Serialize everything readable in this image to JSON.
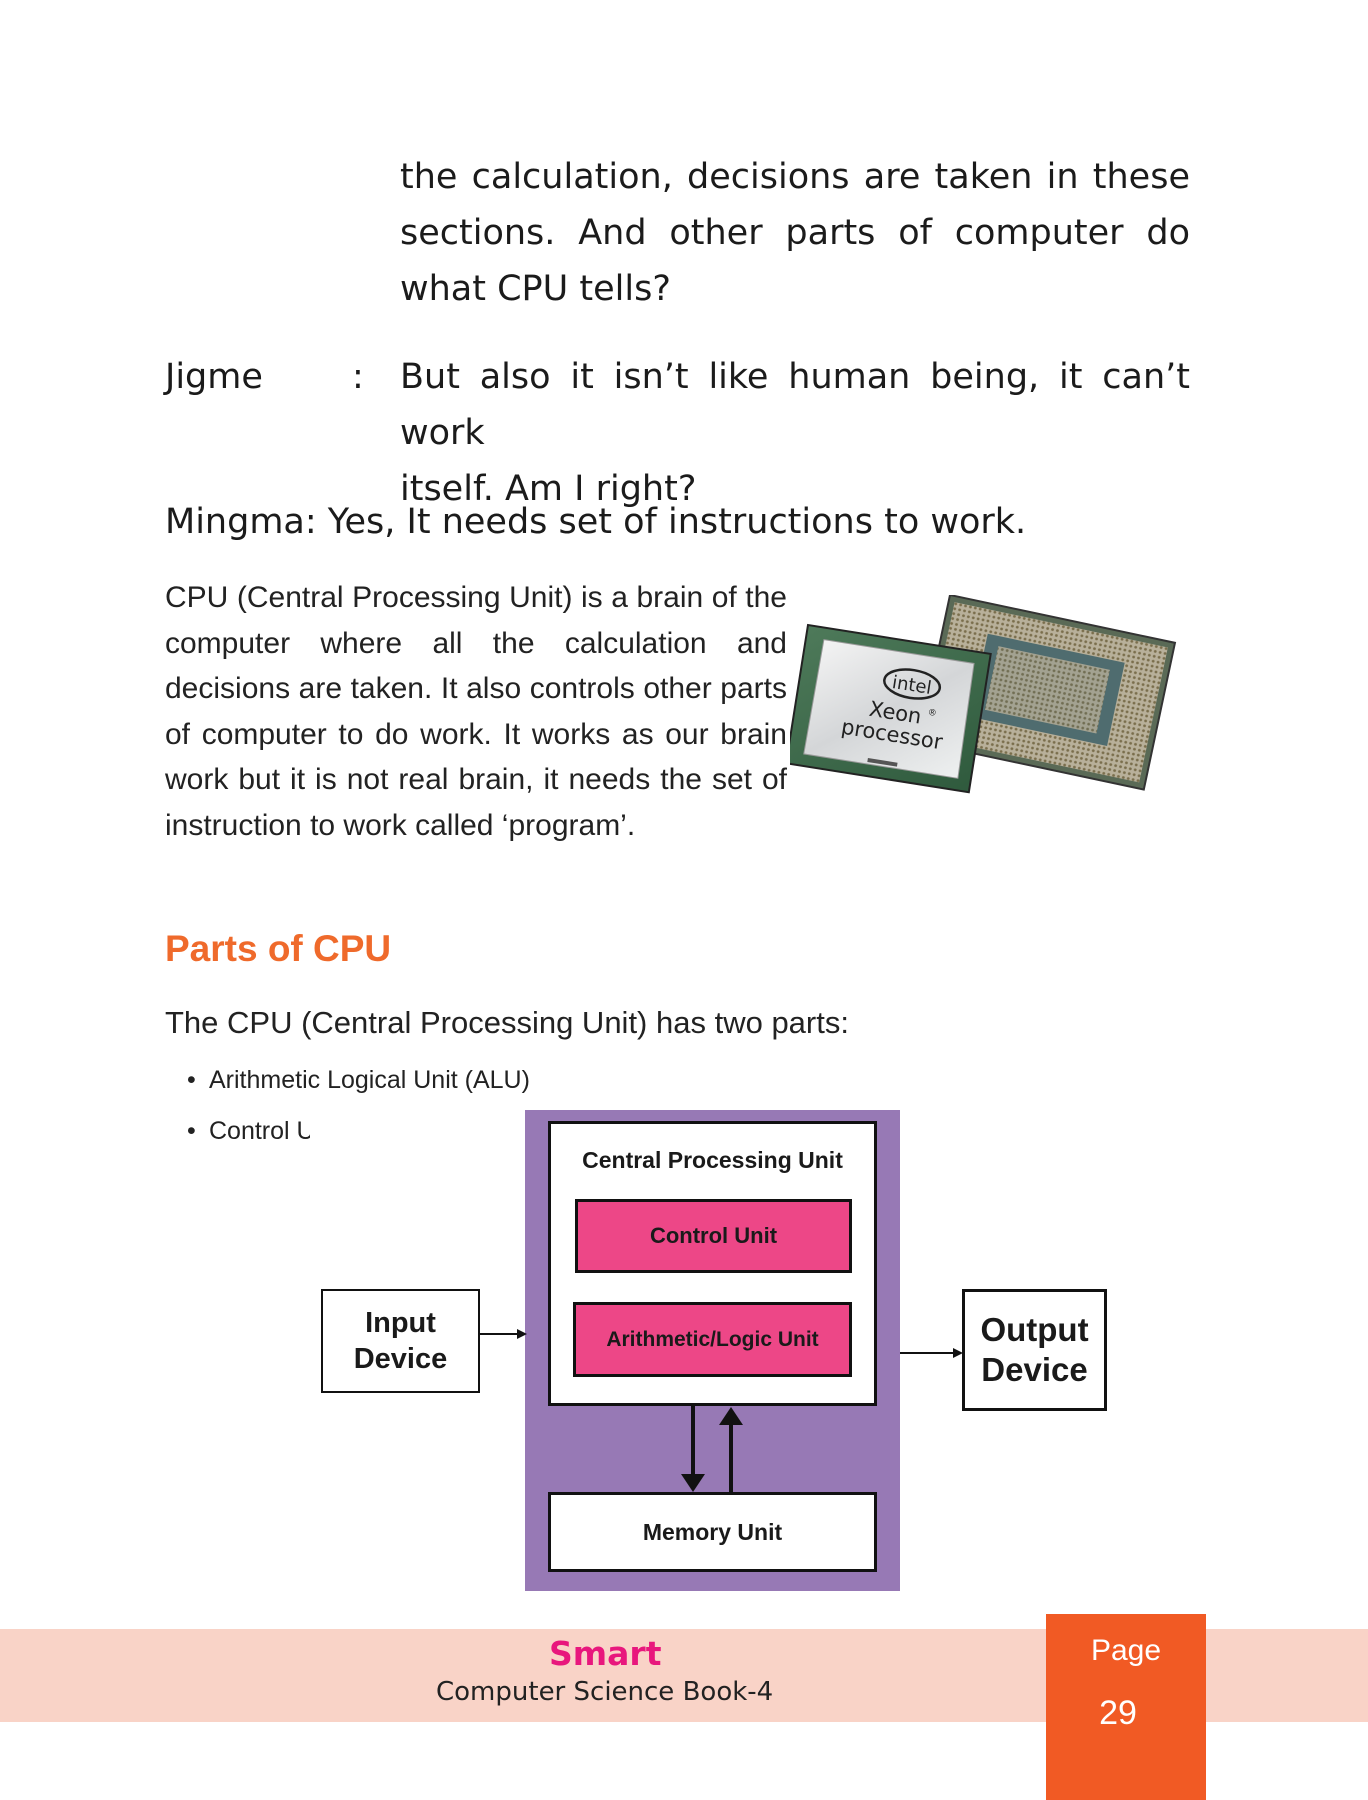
{
  "dialogue": {
    "continuation_lines": [
      "the calculation, decisions are taken in these",
      "sections. And other parts of computer do",
      "what CPU tells?"
    ],
    "jigme": {
      "speaker": "Jigme",
      "colon": ":",
      "lines": [
        "But also it isn’t like human being, it can’t work",
        "itself. Am I right?"
      ]
    },
    "mingma": "Mingma: Yes, It needs set of instructions to work."
  },
  "cpu_paragraph": "CPU (Central Processing Unit) is a brain of the computer where all the calculation and decisions are taken. It also controls other parts of computer to do work. It works as our brain work but it is not real brain, it needs the set of instruction to work called ‘program’.",
  "chip_image": {
    "logo": "intel",
    "brand": "Xeon",
    "reg": "®",
    "word": "processor"
  },
  "section": {
    "heading": "Parts of CPU",
    "intro": "The CPU (Central Processing Unit) has two parts:",
    "bullets": [
      "Arithmetic Logical Unit (ALU)",
      "Control U"
    ]
  },
  "diagram": {
    "cpu_title": "Central Processing Unit",
    "control_unit": "Control Unit",
    "alu": "Arithmetic/Logic Unit",
    "memory": "Memory Unit",
    "input_line1": "Input",
    "input_line2": "Device",
    "output_line1": "Output",
    "output_line2": "Device",
    "colors": {
      "cpu_bg": "#9779b5",
      "unit_fill": "#ed4787"
    }
  },
  "footer": {
    "brand": "Smart",
    "subtitle": "Computer Science Book-4",
    "page_label": "Page",
    "page_number": "29",
    "colors": {
      "band": "#f9d3c7",
      "tab": "#f15a24",
      "brand": "#e8177d"
    }
  }
}
